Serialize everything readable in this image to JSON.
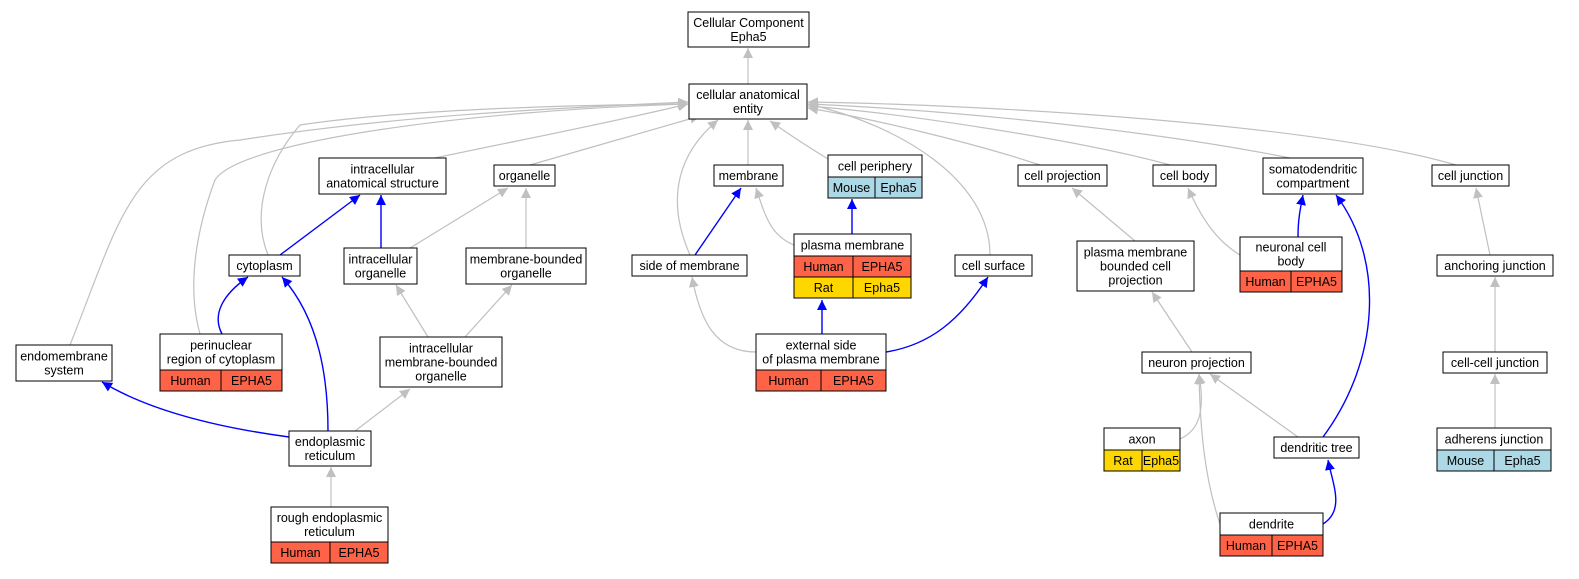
{
  "colors": {
    "human": "#ff6347",
    "rat": "#ffd700",
    "mouse": "#add8e6",
    "edge_is_a": "#c0c0c0",
    "edge_part_of": "#0000ff"
  },
  "nodes": {
    "root": {
      "lines": [
        "Cellular Component",
        "Epha5"
      ]
    },
    "cae": {
      "lines": [
        "cellular anatomical",
        "entity"
      ]
    },
    "ias": {
      "lines": [
        "intracellular",
        "anatomical structure"
      ]
    },
    "organelle": {
      "lines": [
        "organelle"
      ]
    },
    "membrane": {
      "lines": [
        "membrane"
      ]
    },
    "periphery": {
      "lines": [
        "cell periphery"
      ],
      "cells": [
        {
          "species": "Mouse",
          "gene": "Epha5"
        }
      ]
    },
    "cellproj": {
      "lines": [
        "cell projection"
      ]
    },
    "cellbody": {
      "lines": [
        "cell body"
      ]
    },
    "somato": {
      "lines": [
        "somatodendritic",
        "compartment"
      ]
    },
    "junction": {
      "lines": [
        "cell junction"
      ]
    },
    "cytoplasm": {
      "lines": [
        "cytoplasm"
      ]
    },
    "intraorg": {
      "lines": [
        "intracellular",
        "organelle"
      ]
    },
    "membound": {
      "lines": [
        "membrane-bounded",
        "organelle"
      ]
    },
    "sidemem": {
      "lines": [
        "side of membrane"
      ]
    },
    "plasmamem": {
      "lines": [
        "plasma membrane"
      ],
      "cells": [
        {
          "species": "Human",
          "gene": "EPHA5"
        },
        {
          "species": "Rat",
          "gene": "Epha5"
        }
      ]
    },
    "surface": {
      "lines": [
        "cell surface"
      ]
    },
    "pmbcp": {
      "lines": [
        "plasma membrane",
        "bounded cell",
        "projection"
      ]
    },
    "ncb": {
      "lines": [
        "neuronal cell",
        "body"
      ],
      "cells": [
        {
          "species": "Human",
          "gene": "EPHA5"
        }
      ]
    },
    "anchoring": {
      "lines": [
        "anchoring junction"
      ]
    },
    "endomem": {
      "lines": [
        "endomembrane",
        "system"
      ]
    },
    "perinuclear": {
      "lines": [
        "perinuclear",
        "region of cytoplasm"
      ],
      "cells": [
        {
          "species": "Human",
          "gene": "EPHA5"
        }
      ]
    },
    "imbo": {
      "lines": [
        "intracellular",
        "membrane-bounded",
        "organelle"
      ]
    },
    "external": {
      "lines": [
        "external side",
        "of plasma membrane"
      ],
      "cells": [
        {
          "species": "Human",
          "gene": "EPHA5"
        }
      ]
    },
    "neuronproj": {
      "lines": [
        "neuron projection"
      ]
    },
    "cellcell": {
      "lines": [
        "cell-cell junction"
      ]
    },
    "er": {
      "lines": [
        "endoplasmic",
        "reticulum"
      ]
    },
    "axon": {
      "lines": [
        "axon"
      ],
      "cells": [
        {
          "species": "Rat",
          "gene": "Epha5"
        }
      ]
    },
    "dendtree": {
      "lines": [
        "dendritic tree"
      ]
    },
    "adherens": {
      "lines": [
        "adherens junction"
      ],
      "cells": [
        {
          "species": "Mouse",
          "gene": "Epha5"
        }
      ]
    },
    "rer": {
      "lines": [
        "rough endoplasmic",
        "reticulum"
      ],
      "cells": [
        {
          "species": "Human",
          "gene": "EPHA5"
        }
      ]
    },
    "dendrite": {
      "lines": [
        "dendrite"
      ],
      "cells": [
        {
          "species": "Human",
          "gene": "EPHA5"
        }
      ]
    }
  },
  "edges": [
    {
      "from": "cae",
      "to": "root",
      "type": "is_a"
    },
    {
      "from": "ias",
      "to": "cae",
      "type": "is_a"
    },
    {
      "from": "organelle",
      "to": "cae",
      "type": "is_a"
    },
    {
      "from": "membrane",
      "to": "cae",
      "type": "is_a"
    },
    {
      "from": "periphery",
      "to": "cae",
      "type": "is_a"
    },
    {
      "from": "cellproj",
      "to": "cae",
      "type": "is_a"
    },
    {
      "from": "cellbody",
      "to": "cae",
      "type": "is_a"
    },
    {
      "from": "somato",
      "to": "cae",
      "type": "is_a"
    },
    {
      "from": "junction",
      "to": "cae",
      "type": "is_a"
    },
    {
      "from": "endomem",
      "to": "cae",
      "type": "is_a"
    },
    {
      "from": "perinuclear",
      "to": "cae",
      "type": "is_a"
    },
    {
      "from": "cytoplasm",
      "to": "cae",
      "type": "is_a"
    },
    {
      "from": "sidemem",
      "to": "cae",
      "type": "is_a"
    },
    {
      "from": "surface",
      "to": "cae",
      "type": "is_a"
    },
    {
      "from": "cytoplasm",
      "to": "ias",
      "type": "part_of"
    },
    {
      "from": "intraorg",
      "to": "ias",
      "type": "part_of"
    },
    {
      "from": "intraorg",
      "to": "organelle",
      "type": "is_a"
    },
    {
      "from": "membound",
      "to": "organelle",
      "type": "is_a"
    },
    {
      "from": "sidemem",
      "to": "membrane",
      "type": "part_of"
    },
    {
      "from": "plasmamem",
      "to": "membrane",
      "type": "is_a"
    },
    {
      "from": "plasmamem",
      "to": "periphery",
      "type": "part_of"
    },
    {
      "from": "pmbcp",
      "to": "cellproj",
      "type": "is_a"
    },
    {
      "from": "ncb",
      "to": "cellbody",
      "type": "is_a"
    },
    {
      "from": "ncb",
      "to": "somato",
      "type": "part_of"
    },
    {
      "from": "anchoring",
      "to": "junction",
      "type": "is_a"
    },
    {
      "from": "perinuclear",
      "to": "cytoplasm",
      "type": "part_of"
    },
    {
      "from": "er",
      "to": "cytoplasm",
      "type": "part_of"
    },
    {
      "from": "er",
      "to": "endomem",
      "type": "part_of"
    },
    {
      "from": "imbo",
      "to": "intraorg",
      "type": "is_a"
    },
    {
      "from": "imbo",
      "to": "membound",
      "type": "is_a"
    },
    {
      "from": "er",
      "to": "imbo",
      "type": "is_a"
    },
    {
      "from": "rer",
      "to": "er",
      "type": "is_a"
    },
    {
      "from": "external",
      "to": "sidemem",
      "type": "is_a"
    },
    {
      "from": "external",
      "to": "plasmamem",
      "type": "part_of"
    },
    {
      "from": "external",
      "to": "surface",
      "type": "part_of"
    },
    {
      "from": "neuronproj",
      "to": "pmbcp",
      "type": "is_a"
    },
    {
      "from": "axon",
      "to": "neuronproj",
      "type": "is_a"
    },
    {
      "from": "dendtree",
      "to": "neuronproj",
      "type": "is_a"
    },
    {
      "from": "dendtree",
      "to": "somato",
      "type": "part_of"
    },
    {
      "from": "dendrite",
      "to": "neuronproj",
      "type": "is_a"
    },
    {
      "from": "dendrite",
      "to": "dendtree",
      "type": "part_of"
    },
    {
      "from": "cellcell",
      "to": "anchoring",
      "type": "is_a"
    },
    {
      "from": "adherens",
      "to": "cellcell",
      "type": "is_a"
    }
  ]
}
